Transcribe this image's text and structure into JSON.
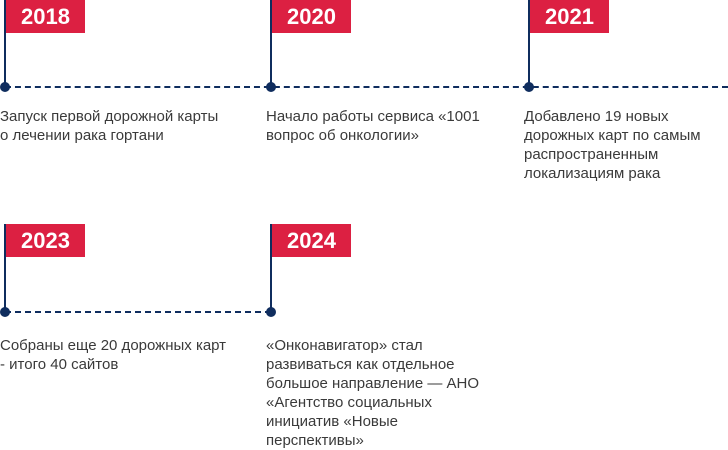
{
  "timeline": [
    {
      "year": "2018",
      "text": "Запуск первой дорожной карты о лечении рака гортани"
    },
    {
      "year": "2020",
      "text": "Начало работы сервиса «1001 вопрос об онкологии»"
    },
    {
      "year": "2021",
      "text": "Добавлено 19 новых дорожных карт по самым распространенным локализациям рака"
    },
    {
      "year": "2023",
      "text": "Собраны еще 20 дорожных карт - итого 40 сайтов"
    },
    {
      "year": "2024",
      "text": "«Онконавигатор» стал развиваться как отдельное большое направление — АНО «Агентство социальных инициатив «Новые перспективы»"
    }
  ],
  "colors": {
    "flag": "#dc2042",
    "line": "#0f2d5e"
  }
}
